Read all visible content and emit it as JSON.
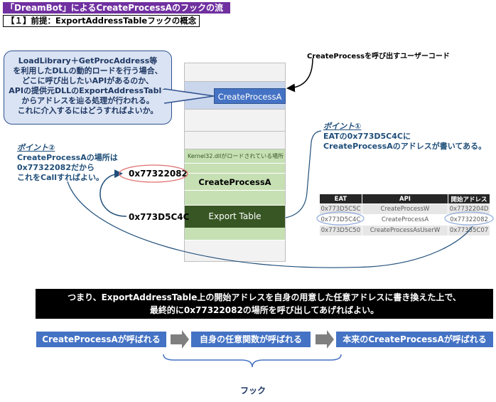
{
  "header": {
    "title": "「DreamBot」によるCreateProcessAのフックの流れ",
    "subtitle": "【１】前提：ExportAddressTableフックの概念"
  },
  "bubble": {
    "lines": [
      "LoadLibrary＋GetProcAddress等",
      "を利用したDLLの動的ロードを行う場合、",
      "どこに呼び出したいAPIがあるのか、",
      "APIの提供元DLLのExportAddressTable",
      "からアドレスを辿る処理が行われる。",
      "これに介入するにはどうすればよいか。"
    ]
  },
  "user_code_label": "CreateProcessを呼び出すユーザーコード",
  "memory": {
    "cpa_label": "CreateProcessA",
    "kernel32_label": "Kernel32.dllがロードされている場所",
    "cpa_in_dll": "CreateProcessA",
    "export_table": "Export Table"
  },
  "point1": {
    "heading": "ポイント①",
    "lines": [
      "EATの0x773D5C4Cに",
      "CreateProcessAのアドレスが書いてある。"
    ]
  },
  "point2": {
    "heading": "ポイント②",
    "lines": [
      "CreateProcessAの場所は",
      "0x77322082だから",
      "これをCallすればよい。"
    ]
  },
  "addresses": {
    "target": "0x77322082",
    "eat_entry": "0x773D5C4C"
  },
  "eat_table": {
    "headers": [
      "EAT",
      "API",
      "開始アドレス"
    ],
    "rows": [
      [
        "0x773D5C5C",
        "CreateProcessW",
        "0x7732204D"
      ],
      [
        "0x773D5C4C",
        "CreateProcessA",
        "0x77322082"
      ],
      [
        "0x773D5C50",
        "CreateProcessAsUserW",
        "0x77355C07"
      ]
    ]
  },
  "summary": {
    "lines": [
      "つまり、ExportAddressTable上の開始アドレスを自身の用意した任意アドレスに書き換えた上で、",
      "最終的に0x77322082の場所を呼び出してあげればよい。"
    ]
  },
  "flow": {
    "step1": "CreateProcessAが呼ばれる",
    "step2": "自身の任意関数が呼ばれる",
    "step3": "本来のCreateProcessAが呼ばれる",
    "hook_label": "フック"
  },
  "colors": {
    "accent_purple": "#7030a0",
    "blue": "#4472c4",
    "dark_blue": "#1f4e79",
    "dark_green": "#375623",
    "light_green": "#c6e0b4",
    "light_blue": "#dae3f3"
  }
}
